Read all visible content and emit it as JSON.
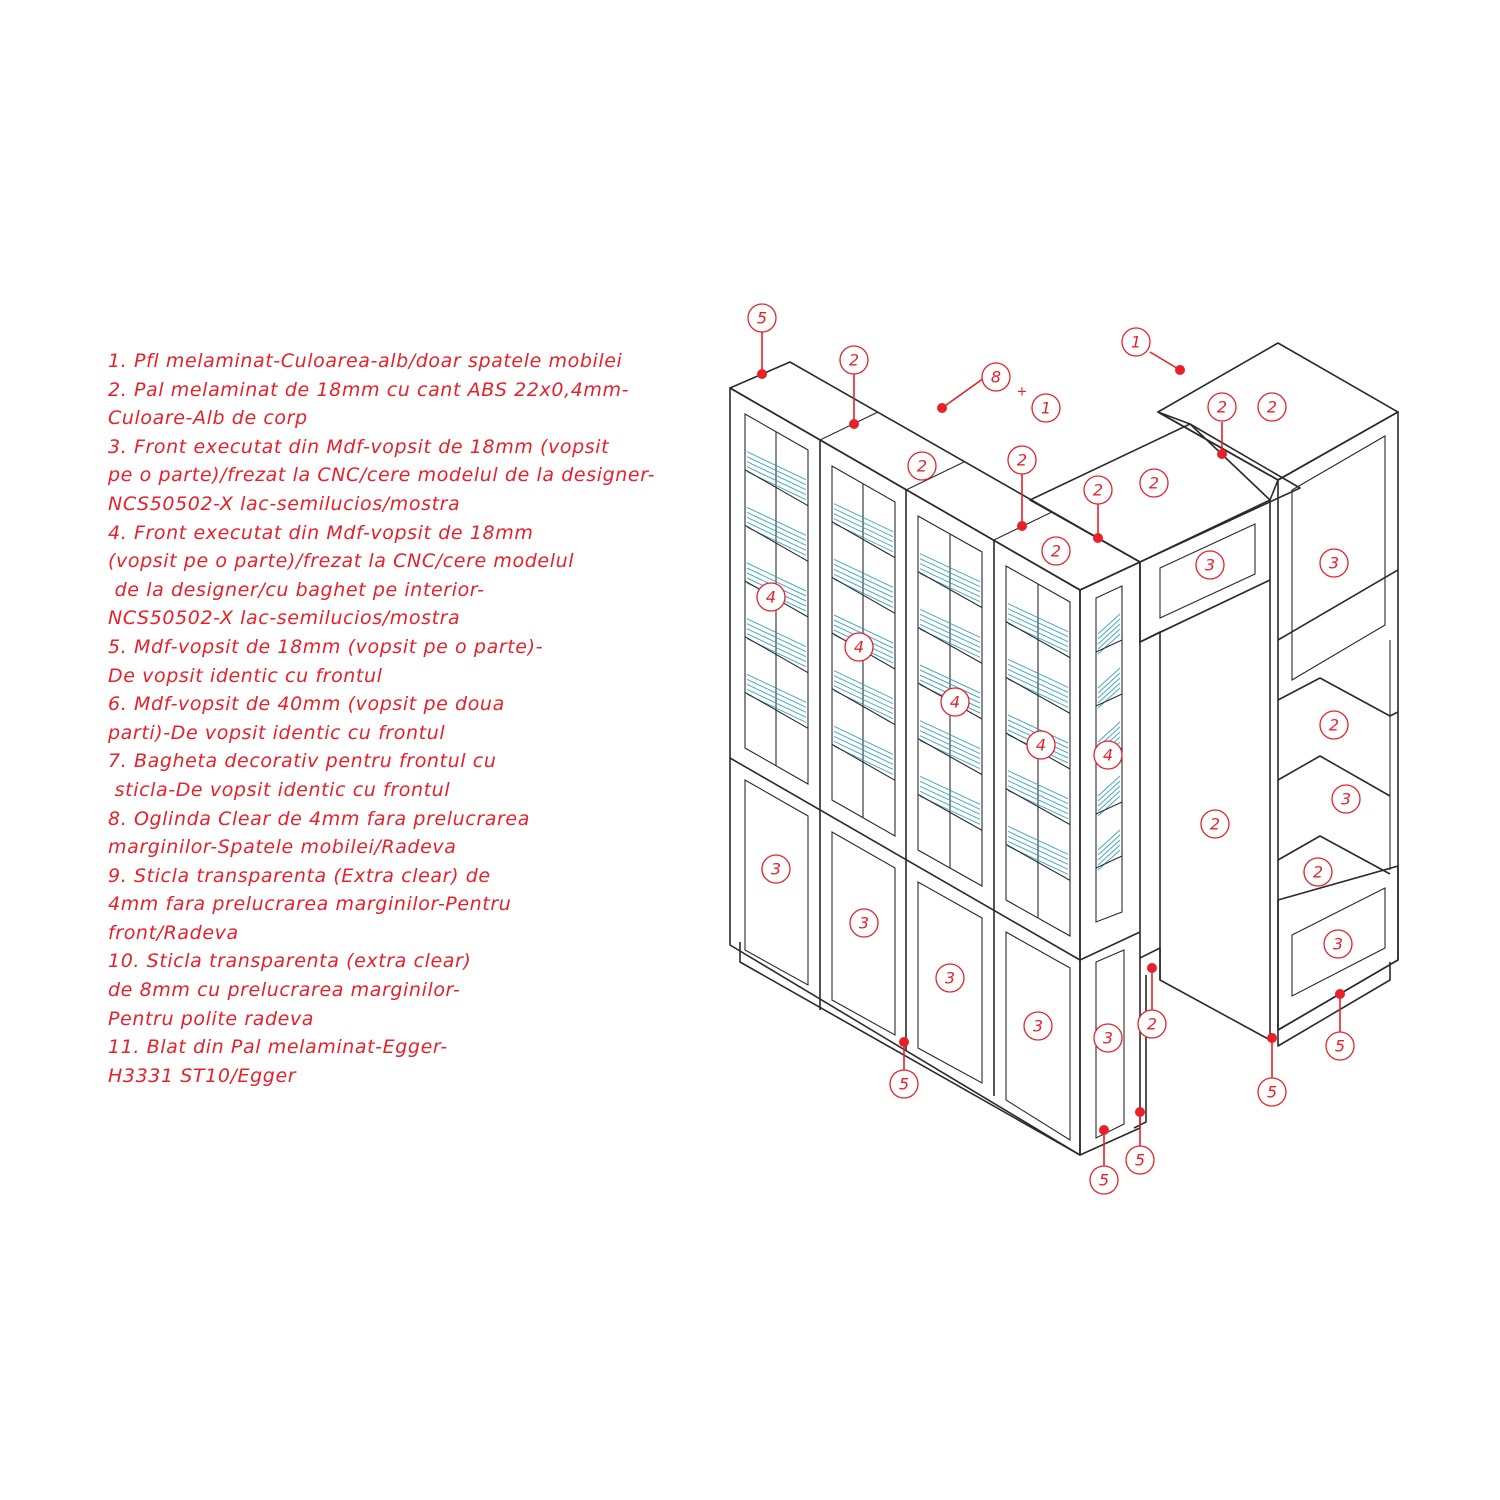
{
  "legend": {
    "lines": [
      "1. Pfl melaminat-Culoarea-alb/doar spatele mobilei",
      "2. Pal melaminat de 18mm cu cant ABS 22x0,4mm-",
      "Culoare-Alb de corp",
      "3. Front executat din Mdf-vopsit de 18mm (vopsit",
      "pe o parte)/frezat la CNC/cere modelul de la designer-",
      "NCS50502-X lac-semilucios/mostra",
      "4. Front executat din Mdf-vopsit de 18mm",
      "(vopsit pe o parte)/frezat la CNC/cere modelul",
      " de la designer/cu baghet pe interior-",
      "NCS50502-X lac-semilucios/mostra",
      "5. Mdf-vopsit de 18mm (vopsit pe o parte)-",
      "De vopsit identic cu frontul",
      "6. Mdf-vopsit de 40mm (vopsit pe doua",
      "parti)-De vopsit identic cu frontul",
      "7. Bagheta decorativ pentru frontul cu",
      " sticla-De vopsit identic cu frontul",
      "8. Oglinda Clear de 4mm fara prelucrarea",
      "marginilor-Spatele mobilei/Radeva",
      "9. Sticla transparenta (Extra clear) de",
      "4mm fara prelucrarea marginilor-Pentru",
      "front/Radeva",
      "10. Sticla transparenta (extra clear)",
      "de 8mm cu prelucrarea marginilor-",
      "Pentru polite radeva",
      "11. Blat din Pal melaminat-Egger-",
      "H3331 ST10/Egger"
    ]
  },
  "callouts": {
    "c_5_top": "5",
    "c_2_top_a": "2",
    "c_8": "8",
    "c_1_plus": "1",
    "c_1_top": "1",
    "c_2_topright_a": "2",
    "c_2_topright_b": "2",
    "c_2_midtop": "2",
    "c_2_top_b": "2",
    "c_2_top_c": "2",
    "c_2_top_d": "2",
    "c_2_top_e": "2",
    "c_3_top_a": "3",
    "c_3_top_b": "3",
    "c_4_a": "4",
    "c_4_b": "4",
    "c_4_c": "4",
    "c_4_d": "4",
    "c_4_e": "4",
    "c_2_right_a": "2",
    "c_3_right_a": "3",
    "c_2_center": "2",
    "c_2_right_b": "2",
    "c_3_right_b": "3",
    "c_3_low_a": "3",
    "c_3_low_b": "3",
    "c_3_low_c": "3",
    "c_3_low_d": "3",
    "c_3_low_e": "3",
    "c_2_base": "2",
    "c_5_base_a": "5",
    "c_5_base_b": "5",
    "c_5_base_c": "5",
    "c_5_base_d": "5",
    "c_5_base_e": "5"
  },
  "plus_mark": "+"
}
